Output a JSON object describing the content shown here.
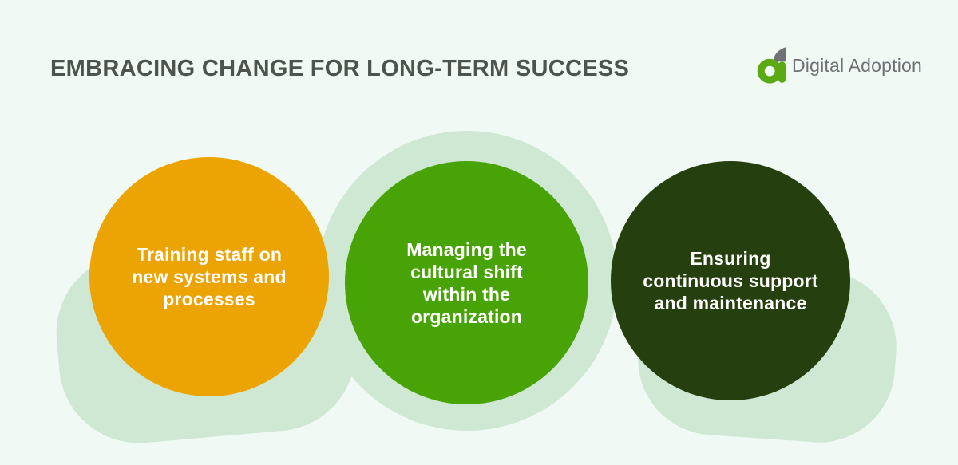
{
  "header": {
    "title": "EMBRACING CHANGE FOR LONG-TERM SUCCESS",
    "logo": {
      "brand": "Digital Adoption",
      "mark_icon": "digital-adoption-a-leaf-icon"
    }
  },
  "steps": [
    {
      "label": "Training staff on new systems and processes",
      "lines": [
        "Training staff on",
        "new systems and",
        "processes"
      ],
      "color": "#ECA405"
    },
    {
      "label": "Managing the cultural shift within the organization",
      "lines": [
        "Managing the",
        "cultural shift",
        "within the",
        "organization"
      ],
      "color": "#48A406"
    },
    {
      "label": "Ensuring continuous support and maintenance",
      "lines": [
        "Ensuring",
        "continuous support",
        "and maintenance"
      ],
      "color": "#25400E"
    }
  ],
  "colors": {
    "background": "#F0F9F3",
    "blob": "#CEE8D4",
    "title": "#4D534D",
    "logo_text": "#6D7175",
    "logo_green": "#5CAA13",
    "logo_leaf_gray": "#6E7277",
    "circle_text": "#FFFFFF"
  }
}
